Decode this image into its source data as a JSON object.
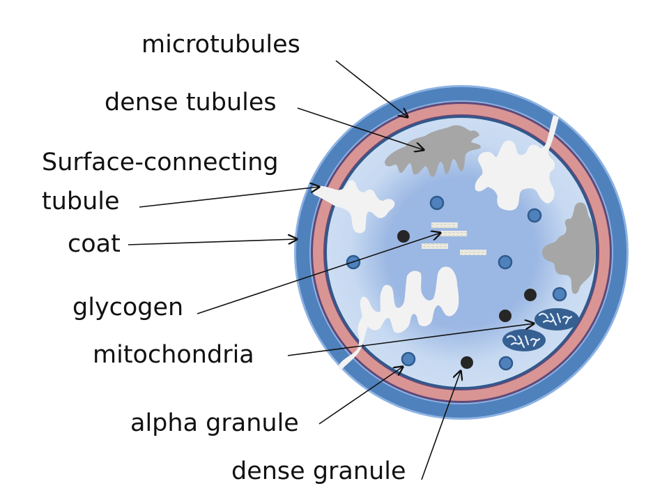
{
  "diagram": {
    "subject": "platelet cross-section",
    "colors": {
      "background": "#ffffff",
      "outer_coat_ring": "#4f81bd",
      "outer_coat_edge": "#8db3e2",
      "membrane_ring": "#d99594",
      "membrane_line": "#5f497a",
      "cytoplasm_light": "#c6d9f1",
      "cytoplasm_mid": "#9bb7e3",
      "open_canalicular_system": "#f2f2f2",
      "dense_tubular_system": "#a6a6a6",
      "alpha_granule": "#4f81bd",
      "alpha_granule_border": "#2e5a8c",
      "dense_granule": "#262626",
      "mitochondria": "#366092",
      "glycogen": "#eeece1",
      "arrow": "#111111",
      "label_text": "#111111"
    },
    "labels": [
      {
        "id": "microtubules",
        "text": "microtubules"
      },
      {
        "id": "dense-tubules",
        "text": "dense tubules"
      },
      {
        "id": "surface-connecting-1",
        "text": "Surface-connecting"
      },
      {
        "id": "surface-connecting-2",
        "text": "tubule"
      },
      {
        "id": "coat",
        "text": "coat"
      },
      {
        "id": "glycogen",
        "text": "glycogen"
      },
      {
        "id": "mitochondria",
        "text": "mitochondria"
      },
      {
        "id": "alpha-granule",
        "text": "alpha granule"
      },
      {
        "id": "dense-granule",
        "text": "dense granule"
      }
    ]
  }
}
